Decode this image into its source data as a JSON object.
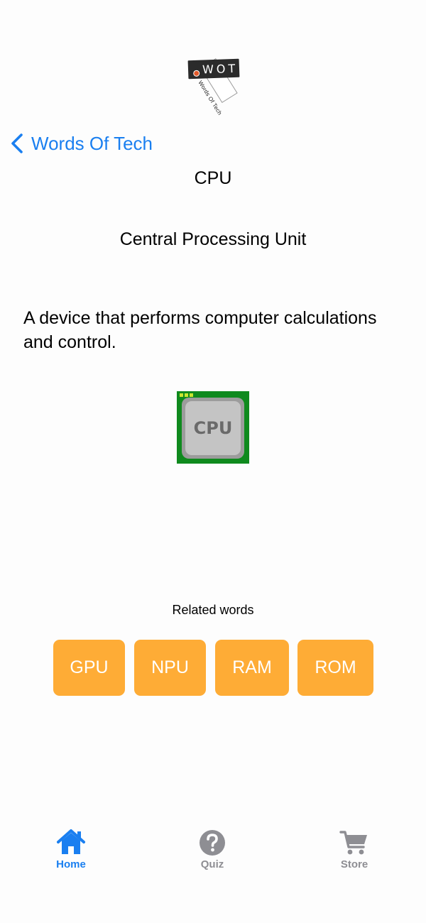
{
  "logo": {
    "text": "WOT",
    "subtext": "Words Of Tech"
  },
  "nav": {
    "back_label": "Words Of Tech"
  },
  "entry": {
    "term": "CPU",
    "expansion": "Central Processing Unit",
    "definition": "A device that performs computer calculations and control.",
    "image_label": "CPU"
  },
  "related": {
    "title": "Related words",
    "words": [
      "GPU",
      "NPU",
      "RAM",
      "ROM"
    ]
  },
  "tabs": [
    {
      "label": "Home",
      "icon": "house-icon",
      "active": true
    },
    {
      "label": "Quiz",
      "icon": "question-mark-circle-icon",
      "active": false
    },
    {
      "label": "Store",
      "icon": "cart-icon",
      "active": false
    }
  ],
  "colors": {
    "accent": "#1a7ff0",
    "button": "#feac36",
    "tab_inactive": "#8e8e93",
    "chip_board": "#0f8a1e",
    "chip_core": "#c4c4c4"
  }
}
